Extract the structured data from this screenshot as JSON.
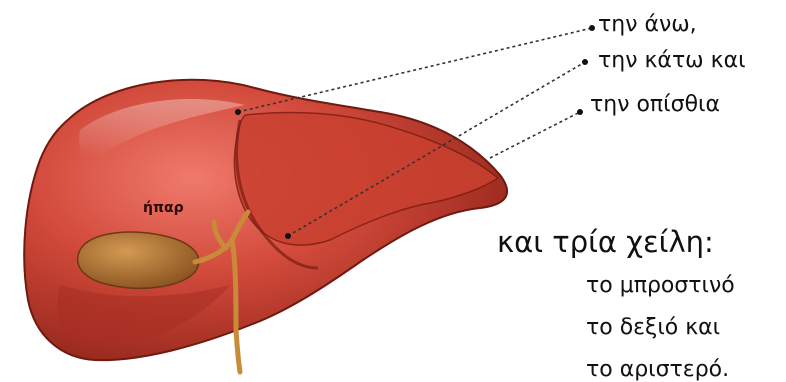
{
  "liver_label": "ήπαρ",
  "surfaces": [
    "την άνω,",
    "την κάτω και",
    "την οπίσθια"
  ],
  "lobes_heading": "και τρία χείλη:",
  "lobes": [
    "το μπροστινό",
    "το δεξιό και",
    "το αριστερό."
  ],
  "colors": {
    "liver_light": "#e0584a",
    "liver_mid": "#c0392b",
    "liver_dark": "#7f1d12",
    "gallbladder": "#a86a2a",
    "ducts": "#c98a3a",
    "leader_line": "#333333",
    "text": "#111111"
  },
  "icons": [
    "liver-illustration",
    "gallbladder-shape",
    "leader-dot"
  ]
}
